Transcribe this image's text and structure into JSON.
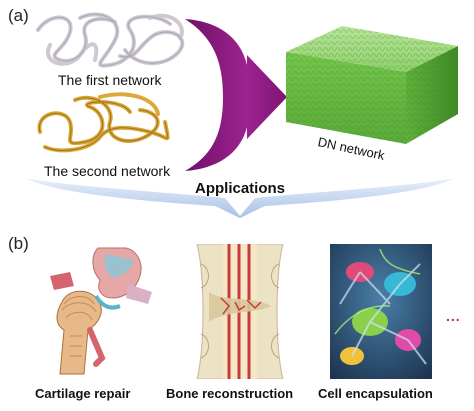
{
  "panel_a": {
    "label": "(a)",
    "first_network": "The first network",
    "second_network": "The second network",
    "dn_network": "DN network"
  },
  "applications": {
    "title": "Applications"
  },
  "panel_b": {
    "label": "(b)",
    "items": [
      {
        "caption": "Cartilage repair",
        "icon": "knee-joint-illustration"
      },
      {
        "caption": "Bone reconstruction",
        "icon": "bone-cross-section-illustration"
      },
      {
        "caption": "Cell encapsulation",
        "icon": "cell-micrograph-illustration"
      }
    ],
    "more": "..."
  },
  "colors": {
    "arrow_purple": "#8a1a7e",
    "cube_green": "#6cc24a",
    "first_network_gray": "#c9c4cf",
    "second_network_gold": "#d9a534",
    "applications_blue": "#a9c4e8"
  }
}
